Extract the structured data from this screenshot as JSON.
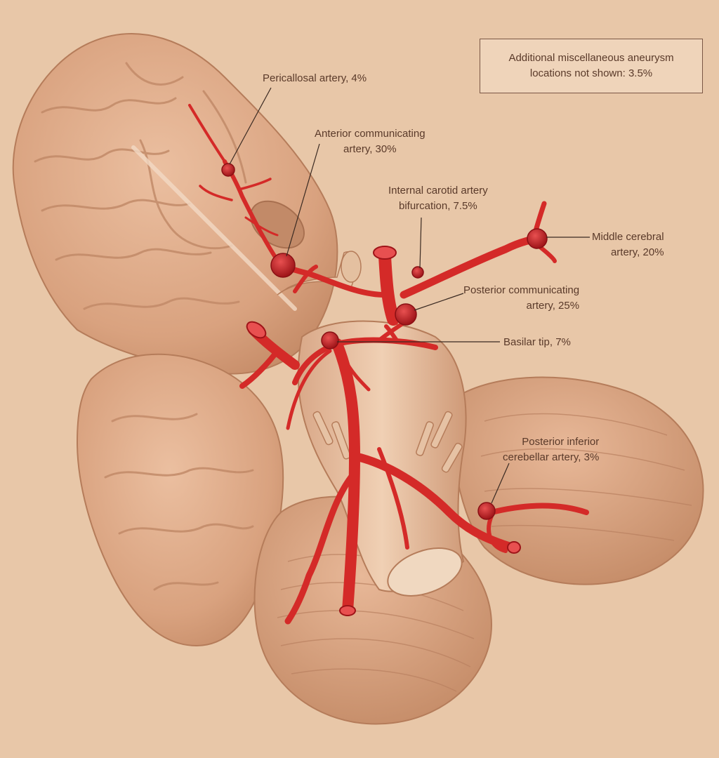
{
  "note": "Additional miscellaneous aneurysm\nlocations not shown: 3.5%",
  "labels": {
    "pericallosal": "Pericallosal artery, 4%",
    "anterior_communicating": "Anterior communicating\nartery, 30%",
    "internal_carotid": "Internal carotid artery\nbifurcation, 7.5%",
    "middle_cerebral": "Middle cerebral\nartery, 20%",
    "posterior_communicating": "Posterior communicating\nartery, 25%",
    "basilar_tip": "Basilar tip, 7%",
    "posterior_inferior_cerebellar": "Posterior inferior\ncerebellar artery, 3%"
  },
  "colors": {
    "background": "#e8c7a8",
    "brain_tissue": "#d9a27f",
    "artery": "#d42a28",
    "aneurysm": "#b81c20",
    "label_text": "#5a3a2a",
    "leader_line": "#3a2a22"
  }
}
